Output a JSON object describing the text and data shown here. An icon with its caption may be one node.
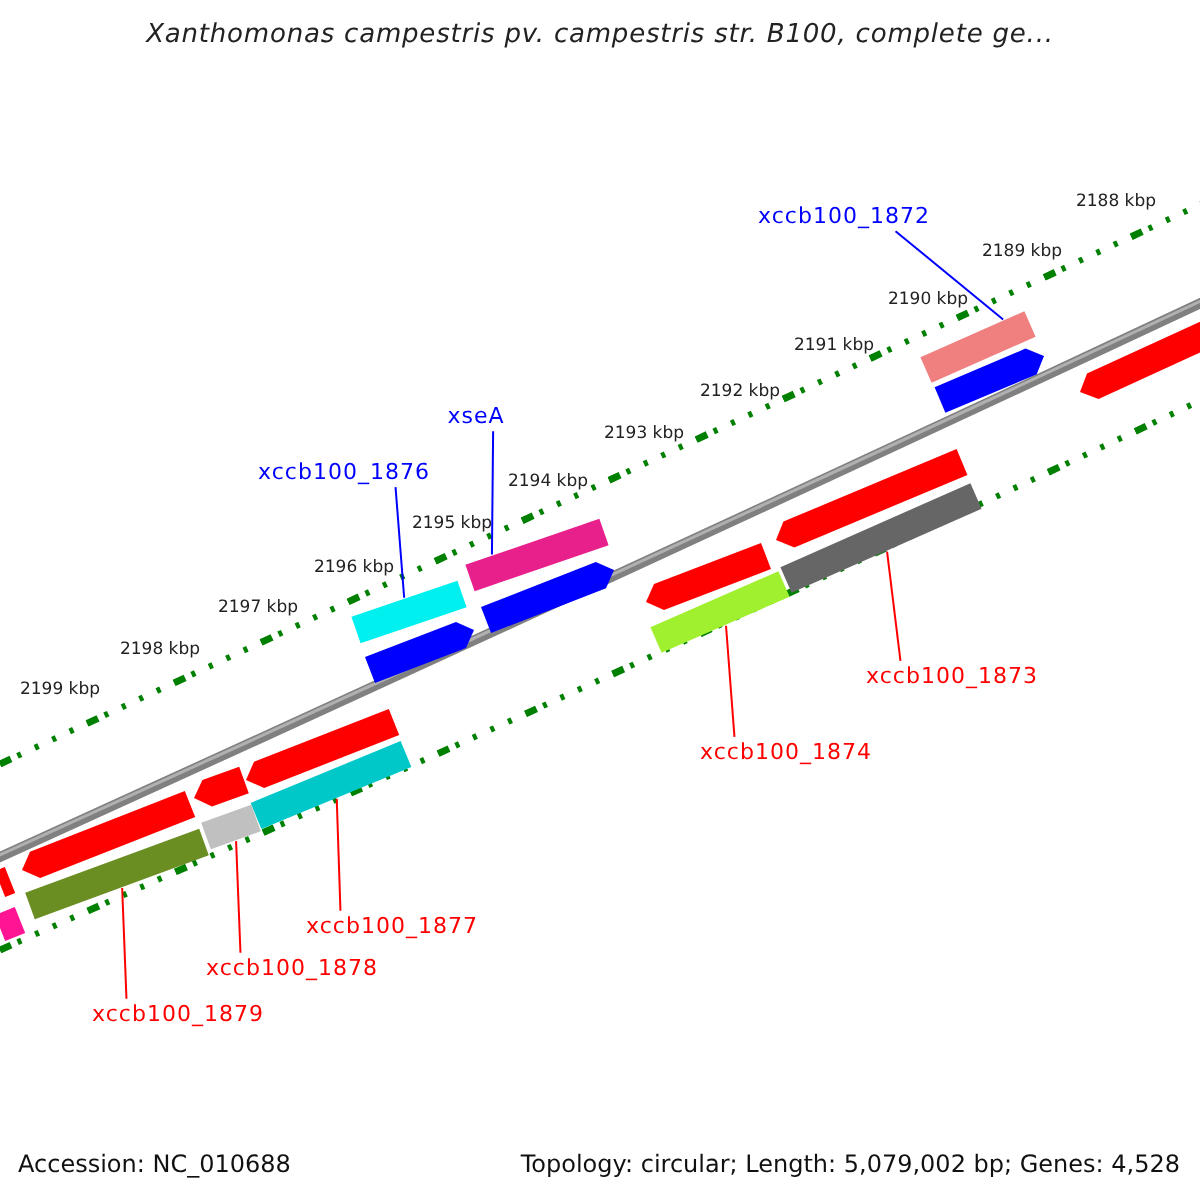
{
  "diagram": {
    "title": "Xanthomonas campestris pv. campestris str. B100, complete ge...",
    "nodes": [
      {
        "text": [
          "xccb100_1872"
        ]
      },
      {
        "text": [],
        "shape": "bar"
      },
      {
        "text": [
          "xseA"
        ]
      },
      {
        "text": [],
        "shape": "bar"
      },
      {
        "text": [
          "xccb100_1876"
        ]
      },
      {
        "text": [],
        "shape": "bar"
      },
      {
        "text": [
          "xccb100_1873"
        ]
      },
      {
        "text": [],
        "shape": "bar"
      },
      {
        "text": [
          "xccb100_1874"
        ]
      },
      {
        "text": [],
        "shape": "bar"
      },
      {
        "text": [
          "xccb100_1877"
        ]
      },
      {
        "text": [],
        "shape": "bar"
      },
      {
        "text": [
          "xccb100_1878"
        ]
      },
      {
        "text": [],
        "shape": "bar"
      },
      {
        "text": [
          "xccb100_1879"
        ]
      },
      {
        "text": [],
        "shape": "bar"
      },
      {
        "text": [],
        "shape": "bar"
      },
      {
        "text": [],
        "shape": "bar"
      },
      {
        "text": [],
        "shape": "bar"
      },
      {
        "text": [],
        "shape": "bar"
      },
      {
        "text": [],
        "shape": "bar"
      },
      {
        "text": [],
        "shape": "bar"
      },
      {
        "text": [],
        "shape": "bar"
      },
      {
        "text": [],
        "shape": "bar"
      },
      {
        "text": [],
        "shape": "bar"
      },
      {
        "text": [],
        "shape": "bar"
      },
      {
        "text": [],
        "shape": "bar"
      }
    ],
    "edges": [
      {
        "from": 0,
        "to": 1,
        "arrow": "none",
        "color": "#0000ff"
      },
      {
        "from": 2,
        "to": 3,
        "arrow": "none",
        "color": "#0000ff"
      },
      {
        "from": 4,
        "to": 5,
        "arrow": "none",
        "color": "#0000ff"
      },
      {
        "from": 6,
        "to": 7,
        "arrow": "none"
      },
      {
        "from": 8,
        "to": 9,
        "arrow": "none"
      },
      {
        "from": 10,
        "to": 11,
        "arrow": "none"
      },
      {
        "from": 12,
        "to": 13,
        "arrow": "none"
      },
      {
        "from": 14,
        "to": 15,
        "arrow": "none"
      }
    ],
    "labels": [
      "2188 kbp",
      "2189 kbp",
      "2190 kbp",
      "2191 kbp",
      "2192 kbp",
      "2193 kbp",
      "2194 kbp",
      "2195 kbp",
      "2196 kbp",
      "2197 kbp",
      "2198 kbp",
      "2199 kbp",
      "Accession: NC_010688",
      "Topology: circular; Length: 5,079,002 bp; Genes: 4,528"
    ]
  }
}
